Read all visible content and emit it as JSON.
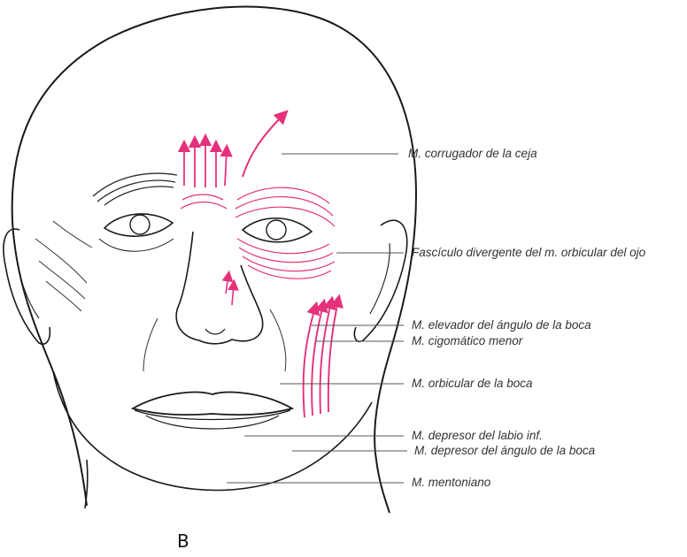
{
  "panel_letter": "B",
  "labels": [
    {
      "text": "M. corrugador de la ceja"
    },
    {
      "text": "Fascículo divergente del m. orbicular del ojo"
    },
    {
      "text": "M. elevador del ángulo de la boca"
    },
    {
      "text": "M. cigomático menor"
    },
    {
      "text": "M. orbicular de la boca"
    },
    {
      "text": "M. depresor del labio inf."
    },
    {
      "text": "M. depresor del ángulo de la boca"
    },
    {
      "text": "M. mentoniano"
    }
  ],
  "colors": {
    "muscle_lines": "#e5307a",
    "outline": "#1a1a1a",
    "leader": "#555555",
    "label_text": "#333333"
  }
}
